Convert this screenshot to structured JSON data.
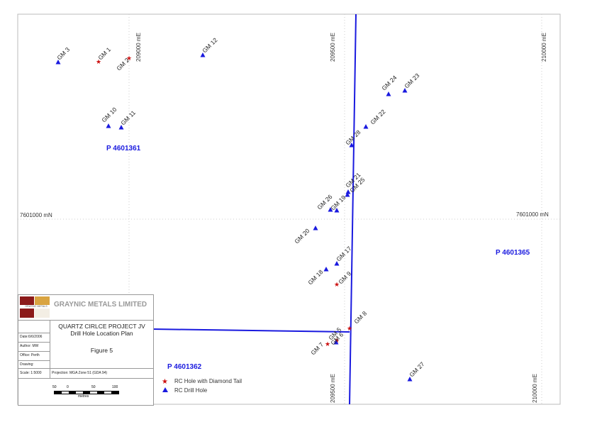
{
  "grid": {
    "easting_labels": [
      "209000 mE",
      "209500 mE",
      "210000 mE"
    ],
    "easting_bottom_labels": [
      "209500 mE",
      "210000 mE"
    ],
    "northing_left": "7601000 mN",
    "northing_right": "7601000 mN"
  },
  "tenements": [
    "P  4601361",
    "P  4601365",
    "P  4601362"
  ],
  "holes": [
    {
      "id": "GM 1",
      "type": "rc_diamond"
    },
    {
      "id": "GM 2",
      "type": "rc_diamond"
    },
    {
      "id": "GM 3",
      "type": "rc"
    },
    {
      "id": "GM 12",
      "type": "rc"
    },
    {
      "id": "GM 10",
      "type": "rc"
    },
    {
      "id": "GM 11",
      "type": "rc"
    },
    {
      "id": "GM 24",
      "type": "rc"
    },
    {
      "id": "GM 23",
      "type": "rc"
    },
    {
      "id": "GM 22",
      "type": "rc"
    },
    {
      "id": "GM 28",
      "type": "rc"
    },
    {
      "id": "GM 21",
      "type": "rc"
    },
    {
      "id": "GM 25",
      "type": "rc"
    },
    {
      "id": "GM 26",
      "type": "rc"
    },
    {
      "id": "GM 19",
      "type": "rc"
    },
    {
      "id": "GM 20",
      "type": "rc"
    },
    {
      "id": "GM 17",
      "type": "rc"
    },
    {
      "id": "GM 18",
      "type": "rc"
    },
    {
      "id": "GM 9",
      "type": "rc_diamond"
    },
    {
      "id": "GM 8",
      "type": "rc_diamond"
    },
    {
      "id": "GM 5",
      "type": "rc_diamond"
    },
    {
      "id": "GM 6",
      "type": "rc"
    },
    {
      "id": "GM 7",
      "type": "rc_diamond"
    },
    {
      "id": "GM 27",
      "type": "rc"
    }
  ],
  "title_block": {
    "company": "GRAYNIC METALS LIMITED",
    "logo_caption": "GRAYNIC METALS",
    "project": "QUARTZ CIRLCE PROJECT JV",
    "plan": "Drill Hole Location Plan",
    "figure": "Figure 5",
    "date": "Date:6/6/2006",
    "author": "Author: MW",
    "office": "Office: Perth",
    "drawing": "Drawing:",
    "scale": "Scale: 1:5000",
    "projection": "Projection: MGA Zone 51 (GDA 94)",
    "scalebar_ticks": [
      "50",
      "0",
      "50",
      "100"
    ],
    "scalebar_unit": "metres"
  },
  "legend": {
    "rc_diamond": "RC Hole with Diamond Tail",
    "rc": "RC Drill Hole"
  },
  "colors": {
    "boundary": "#1a1adf",
    "rc": "#1a1adf",
    "diamond": "#cc1111",
    "logo_red": "#8b1a1a",
    "logo_tan": "#d9a441"
  }
}
